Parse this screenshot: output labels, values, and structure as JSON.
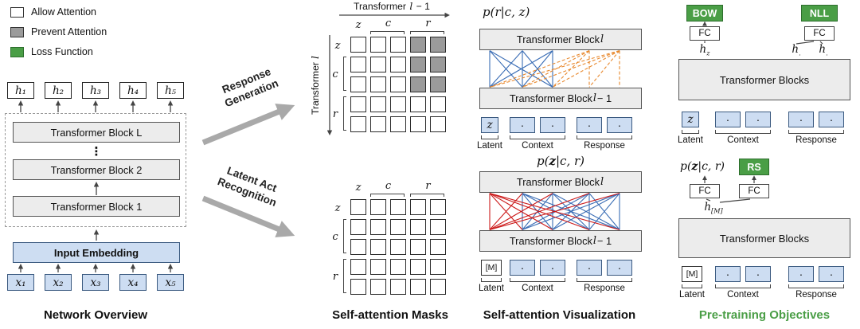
{
  "colors": {
    "green": "#4a9e46",
    "prevent_gray": "#9b9b9b",
    "block_bg": "#ececec",
    "token_blue_bg": "#cdddf2",
    "token_blue_border": "#3b5a80",
    "attention_blue": "#3a6db5",
    "attention_orange": "#e8882d",
    "attention_red": "#cc1a1a",
    "big_arrow_gray": "#a9a9a9"
  },
  "legend": {
    "allow": "Allow Attention",
    "prevent": "Prevent Attention",
    "loss": "Loss Function"
  },
  "network": {
    "hidden_states": [
      "h₁",
      "h₂",
      "h₃",
      "h₄",
      "h₅"
    ],
    "block_top": "Transformer Block L",
    "dots": "⋮",
    "block_2": "Transformer Block 2",
    "block_1": "Transformer Block 1",
    "embedding": "Input Embedding",
    "inputs": [
      "x₁",
      "x₂",
      "x₃",
      "x₄",
      "x₅"
    ],
    "caption": "Network Overview"
  },
  "flow_arrows": {
    "response_generation": "Response Generation",
    "latent_act_recognition": "Latent Act Recognition"
  },
  "masks": {
    "top_axis": {
      "pre": "Transformer ",
      "var": "l",
      "post": " − 1"
    },
    "left_axis": {
      "pre": "Transformer ",
      "var": "l"
    },
    "col_labels": [
      "z",
      "c",
      "r"
    ],
    "row_labels": [
      "z",
      "c",
      "r"
    ],
    "response_grid": [
      [
        0,
        0,
        0,
        1,
        1
      ],
      [
        0,
        0,
        0,
        1,
        1
      ],
      [
        0,
        0,
        0,
        1,
        1
      ],
      [
        0,
        0,
        0,
        0,
        0
      ],
      [
        0,
        0,
        0,
        0,
        0
      ]
    ],
    "latent_grid": [
      [
        0,
        0,
        0,
        0,
        0
      ],
      [
        0,
        0,
        0,
        0,
        0
      ],
      [
        0,
        0,
        0,
        0,
        0
      ],
      [
        0,
        0,
        0,
        0,
        0
      ],
      [
        0,
        0,
        0,
        0,
        0
      ]
    ],
    "caption": "Self-attention Masks"
  },
  "visualization": {
    "response": {
      "title": "p(r|c, z)",
      "upper_block": {
        "pre": "Transformer Block ",
        "var": "l"
      },
      "lower_block": {
        "pre": "Transformer Block ",
        "var": "l",
        "post": " − 1"
      },
      "latent_token": "z",
      "dot": "·",
      "labels": {
        "latent": "Latent",
        "context": "Context",
        "response": "Response"
      }
    },
    "latent": {
      "title": {
        "pre": "p(",
        "var": "z",
        "post": "|c, r)"
      },
      "upper_block": {
        "pre": "Transformer Block ",
        "var": "l"
      },
      "lower_block": {
        "pre": "Transformer Block ",
        "var": "l",
        "post": " − 1"
      },
      "latent_token": "[M]",
      "dot": "·",
      "labels": {
        "latent": "Latent",
        "context": "Context",
        "response": "Response"
      }
    },
    "caption": "Self-attention Visualization"
  },
  "objectives": {
    "top": {
      "loss_left": "BOW",
      "loss_right": "NLL",
      "fc_left": "FC",
      "fc_right": "FC",
      "h_left": {
        "base": "h",
        "sub": "z"
      },
      "h_mid": {
        "base": "h",
        "sub": "."
      },
      "h_right": {
        "base": "h",
        "sub": "."
      },
      "blocks": "Transformer Blocks",
      "latent_token": "z",
      "dot": "·",
      "labels": {
        "latent": "Latent",
        "context": "Context",
        "response": "Response"
      }
    },
    "bottom": {
      "title": {
        "pre": "p(",
        "var": "z",
        "post": "|c, r)"
      },
      "loss": "RS",
      "fc_left": "FC",
      "fc_right": "FC",
      "h": {
        "base": "h",
        "sub": "[M]"
      },
      "blocks": "Transformer Blocks",
      "latent_token": "[M]",
      "dot": "·",
      "labels": {
        "latent": "Latent",
        "context": "Context",
        "response": "Response"
      }
    },
    "caption": "Pre-training Objectives"
  }
}
